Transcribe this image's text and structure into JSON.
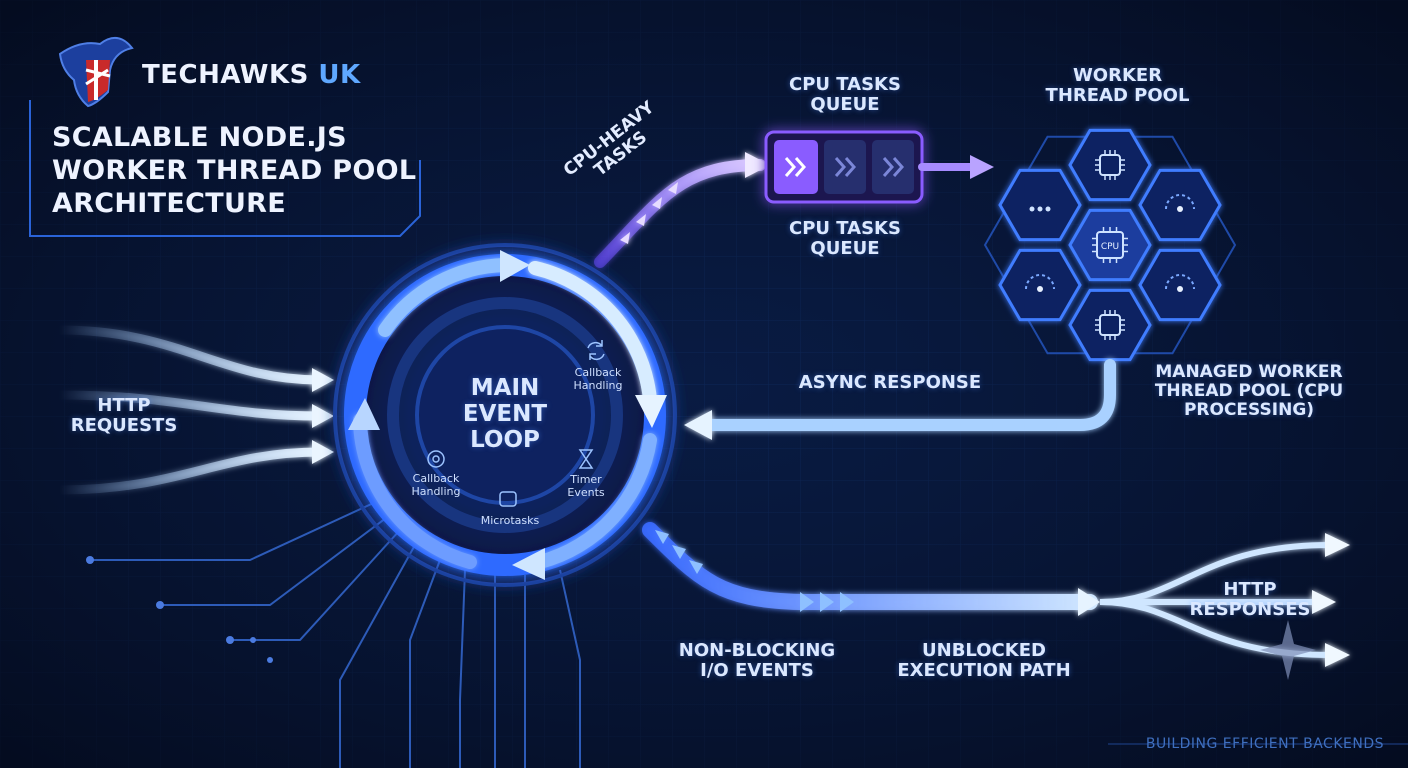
{
  "brand": {
    "name": "TECHAWKS",
    "suffix": "UK"
  },
  "title": "SCALABLE NODE.JS WORKER THREAD POOL ARCHITECTURE",
  "footer": "BUILDING EFFICIENT BACKENDS",
  "nodes": {
    "event_loop": "MAIN EVENT LOOP",
    "http_requests": "HTTP REQUESTS",
    "cpu_heavy": "CPU-HEAVY TASKS",
    "queue_top": "CPU TASKS QUEUE",
    "queue_bottom": "CPU TASKS QUEUE",
    "worker_pool_top": "WORKER THREAD POOL",
    "managed_pool": "MANAGED WORKER THREAD POOL (CPU PROCESSING)",
    "async_response": "ASYNC RESPONSE",
    "non_blocking": "NON-BLOCKING I/O EVENTS",
    "unblocked": "UNBLOCKED EXECUTION PATH",
    "http_responses": "HTTP RESPONSES",
    "cpu_chip": "CPU"
  },
  "loop_phases": {
    "callback_top": "Callback Handling",
    "callback_left": "Callback Handling",
    "timer": "Timer Events",
    "microtasks": "Microtasks"
  },
  "colors": {
    "background": "#06122e",
    "loop_blue": "#2f6bff",
    "flow_light": "#bfe0ff",
    "queue_purple": "#8a5cff",
    "hex_border": "#3f7dff"
  }
}
